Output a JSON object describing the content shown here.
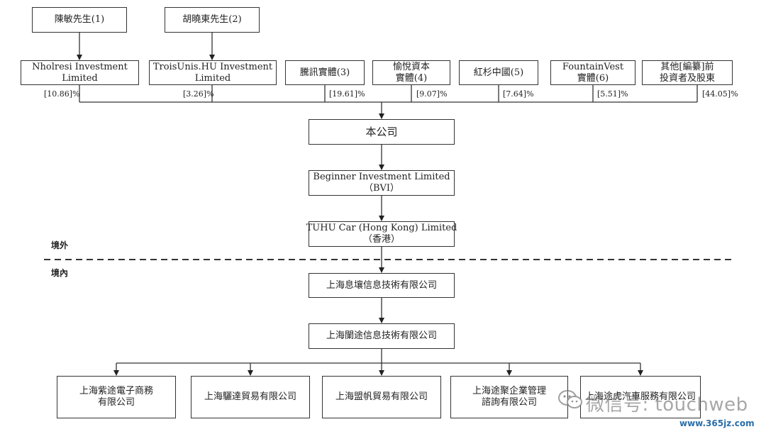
{
  "persons": [
    {
      "label": "陳敏先生(1)"
    },
    {
      "label": "胡曉東先生(2)"
    }
  ],
  "shareholders": [
    {
      "lines": [
        "Nholresi Investment",
        "Limited"
      ],
      "pct": "[10.86]%"
    },
    {
      "lines": [
        "TroisUnis.HU Investment",
        "Limited"
      ],
      "pct": "[3.26]%"
    },
    {
      "lines": [
        "騰訊實體(3)"
      ],
      "pct": "[19.61]%"
    },
    {
      "lines": [
        "愉悅資本",
        "實體(4)"
      ],
      "pct": "[9.07]%"
    },
    {
      "lines": [
        "紅杉中國(5)"
      ],
      "pct": "[7.64]%"
    },
    {
      "lines": [
        "FountainVest",
        "實體(6)"
      ],
      "pct": "[5.51]%"
    },
    {
      "lines": [
        "其他[編纂]前",
        "投資者及股東"
      ],
      "pct": "[44.05]%"
    }
  ],
  "company": {
    "label": "本公司"
  },
  "bvi": {
    "lines": [
      "Beginner Investment Limited",
      "（BVI）"
    ]
  },
  "hk": {
    "lines": [
      "TUHU Car (Hong Kong) Limited",
      "（香港）"
    ]
  },
  "zones": {
    "offshore": "境外",
    "onshore": "境內"
  },
  "wfoe": {
    "label": "上海息壤信息技術有限公司"
  },
  "opco": {
    "label": "上海闌途信息技術有限公司"
  },
  "subsidiaries": [
    {
      "lines": [
        "上海紫途電子商務",
        "有限公司"
      ]
    },
    {
      "lines": [
        "上海驪達貿易有限公司"
      ]
    },
    {
      "lines": [
        "上海盟帆貿易有限公司"
      ]
    },
    {
      "lines": [
        "上海途聚企業管理",
        "諮詢有限公司"
      ]
    },
    {
      "lines": [
        "上海途虎汽車服務有限公司"
      ]
    }
  ],
  "watermark": {
    "text": "微信号: touchweb",
    "url": "www.365jz.com",
    "icon": "wechat-icon"
  }
}
